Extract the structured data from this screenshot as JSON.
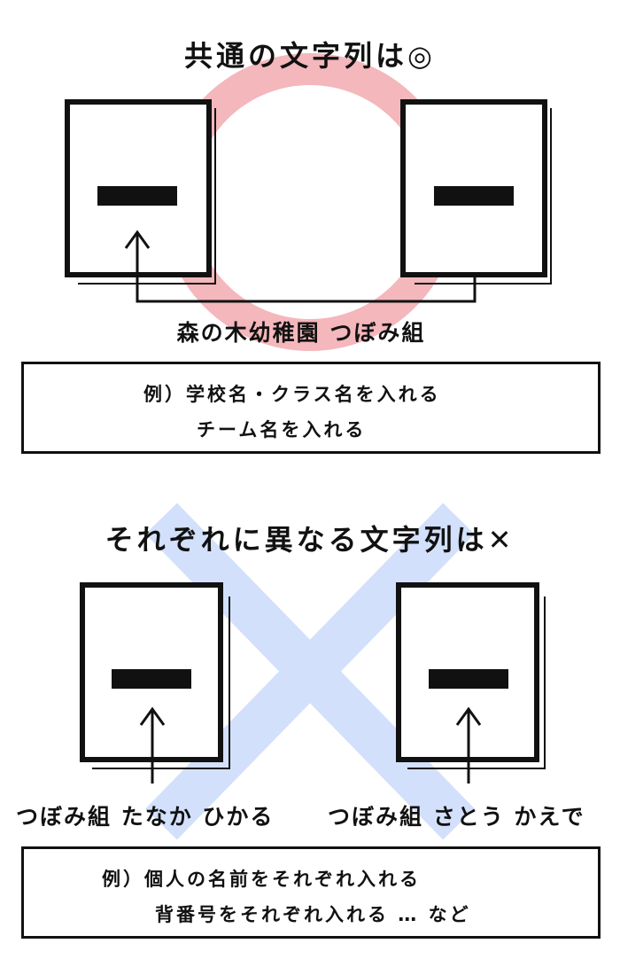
{
  "section_good": {
    "title": "共通の文字列は◎",
    "label": "森の木幼稚園 つぼみ組",
    "example_lines": [
      "例）学校名・クラス名を入れる",
      "チーム名を入れる"
    ]
  },
  "section_bad": {
    "title": "それぞれに異なる文字列は✕",
    "label_left": "つぼみ組 たなか ひかる",
    "label_right": "つぼみ組 さとう かえで",
    "example_lines": [
      "例）個人の名前をそれぞれ入れる",
      "背番号をそれぞれ入れる … など"
    ]
  },
  "colors": {
    "circle": "#f4b7bc",
    "cross": "#d3e0fb",
    "ink": "#111111"
  }
}
